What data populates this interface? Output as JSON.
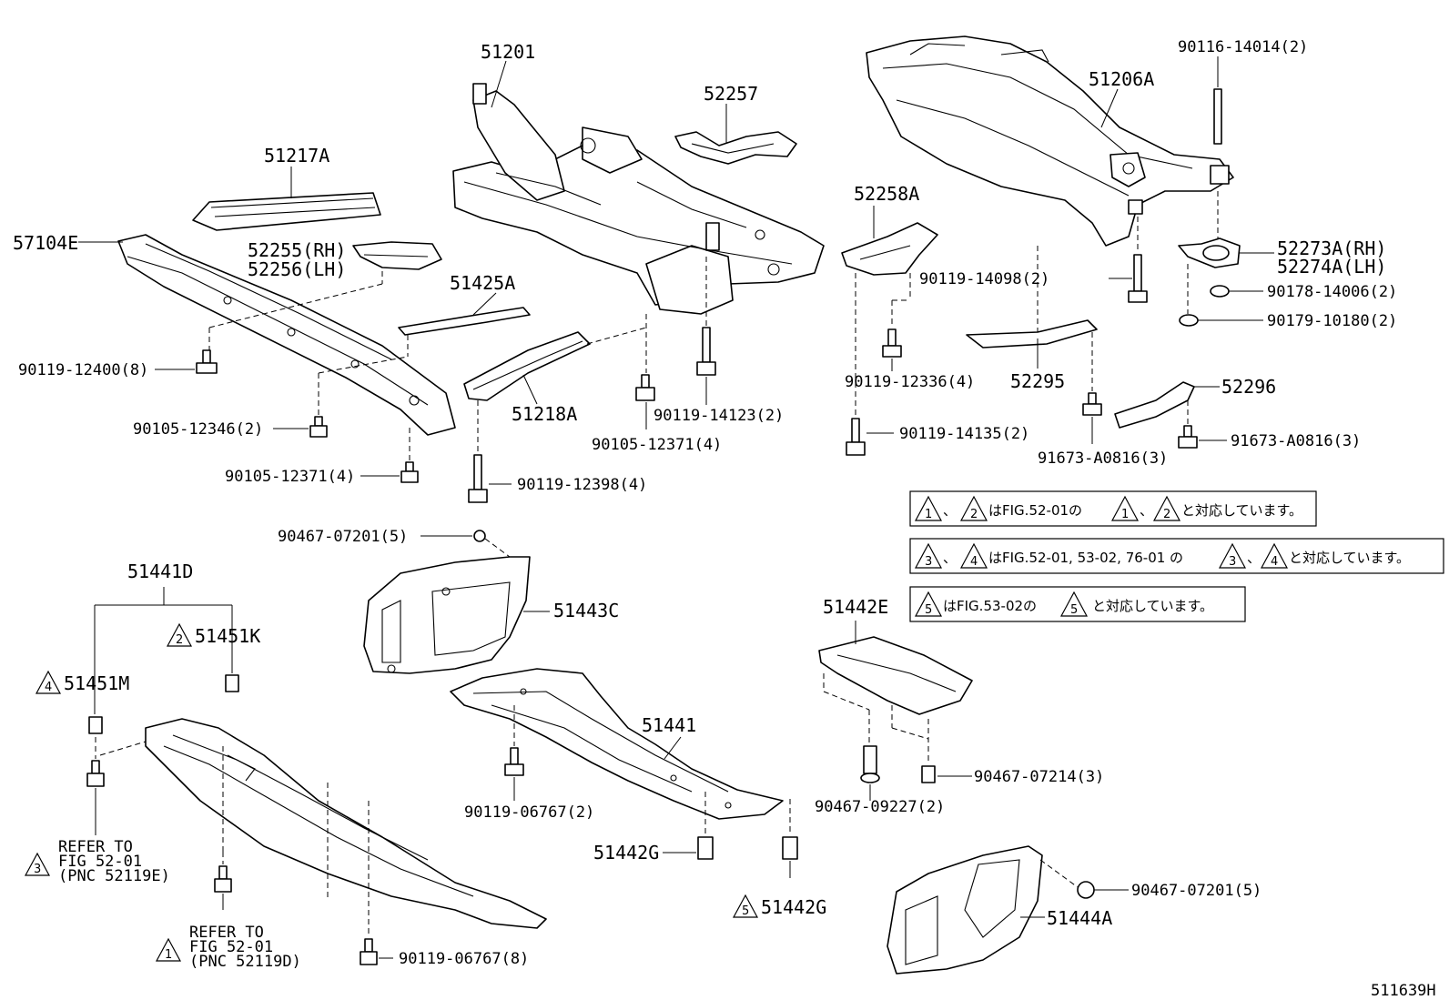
{
  "parts": {
    "p51201": "51201",
    "p52257": "52257",
    "p51217A": "51217A",
    "p57104E": "57104E",
    "p52255": "52255(RH)",
    "p52256": "52256(LH)",
    "p51425A": "51425A",
    "p90119_12400": "90119-12400(8)",
    "p90105_12346": "90105-12346(2)",
    "p90105_12371a": "90105-12371(4)",
    "p51218A": "51218A",
    "p90119_14123": "90119-14123(2)",
    "p90105_12371b": "90105-12371(4)",
    "p90119_12398": "90119-12398(4)",
    "p90467_07201a": "90467-07201(5)",
    "p51441D": "51441D",
    "p51451K": "51451K",
    "p51451M": "51451M",
    "p51443C": "51443C",
    "p51441": "51441",
    "p90119_06767a": "90119-06767(2)",
    "p51442Ga": "51442G",
    "p51442Gb": "51442G",
    "p90119_06767b": "90119-06767(8)",
    "p90116_14014": "90116-14014(2)",
    "p51206A": "51206A",
    "p52258A": "52258A",
    "p90119_14098": "90119-14098(2)",
    "p52273A": "52273A(RH)",
    "p52274A": "52274A(LH)",
    "p90178_14006": "90178-14006(2)",
    "p90179_10180": "90179-10180(2)",
    "p90119_12336": "90119-12336(4)",
    "p52295": "52295",
    "p52296": "52296",
    "p90119_14135": "90119-14135(2)",
    "p91673_A0816a": "91673-A0816(3)",
    "p91673_A0816b": "91673-A0816(3)",
    "p51442E": "51442E",
    "p90467_09227": "90467-09227(2)",
    "p90467_07214": "90467-07214(3)",
    "p90467_07201b": "90467-07201(5)",
    "p51444A": "51444A"
  },
  "refers": {
    "ref3": [
      "REFER TO",
      "FIG 52-01",
      "(PNC 52119E)"
    ],
    "ref1": [
      "REFER TO",
      "FIG 52-01",
      "(PNC 52119D)"
    ]
  },
  "triangles": {
    "t1": "1",
    "t2": "2",
    "t3": "3",
    "t4": "4",
    "t5": "5"
  },
  "notes": {
    "note1": {
      "a": "、",
      "b": "はFIG.52-01の",
      "c": "、",
      "d": "と対応しています。"
    },
    "note2": {
      "a": "、",
      "b": "はFIG.52-01, 53-02, 76-01 の",
      "c": "、",
      "d": "と対応しています。"
    },
    "note3": {
      "b": "はFIG.53-02の",
      "d": "と対応しています。"
    }
  },
  "figure_id": "511639H"
}
